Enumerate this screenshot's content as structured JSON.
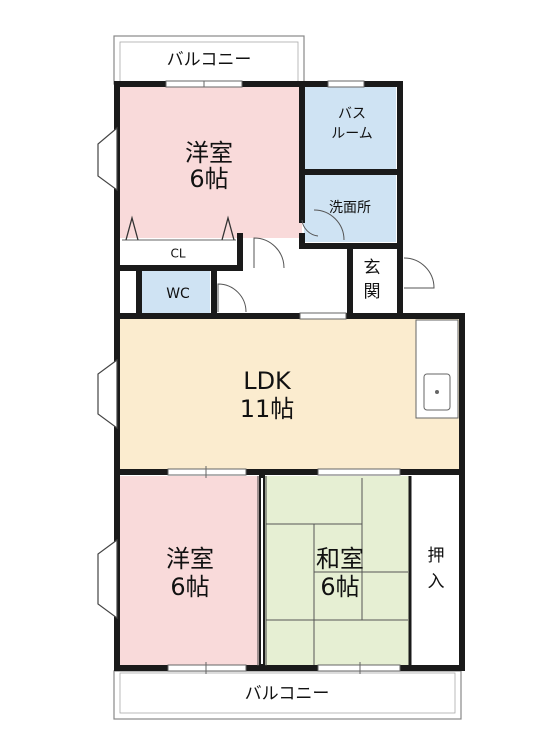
{
  "colors": {
    "western_room": "#f9dada",
    "bath": "#cfe3f3",
    "ldk": "#fbeccf",
    "washitsu": "#e6efd3",
    "wall": "#1a1a1a",
    "floor_line": "#666666"
  },
  "balcony_top": {
    "label": "バルコニー"
  },
  "balcony_bottom": {
    "label": "バルコニー"
  },
  "room_north": {
    "name": "洋室",
    "size": "6帖"
  },
  "bath": {
    "line1": "バス",
    "line2": "ルーム"
  },
  "washroom": {
    "label": "洗面所"
  },
  "closet": {
    "label": "CL"
  },
  "toilet": {
    "label": "WC"
  },
  "entrance": {
    "line1": "玄",
    "line2": "関"
  },
  "ldk": {
    "name": "LDK",
    "size": "11帖"
  },
  "room_south": {
    "name": "洋室",
    "size": "6帖"
  },
  "washitsu": {
    "name": "和室",
    "size": "6帖"
  },
  "oshiire": {
    "line1": "押",
    "line2": "入"
  }
}
